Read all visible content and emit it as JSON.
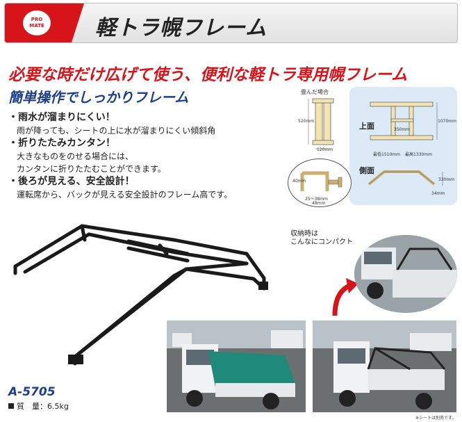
{
  "logo": {
    "line1": "PRO",
    "line2": "MATE"
  },
  "header": {
    "title": "軽トラ幌フレーム"
  },
  "headline": "必要な時だけ広げて使う、便利な軽トラ専用幌フレーム",
  "subheadline": "簡単操作でしっかりフレーム",
  "features": [
    {
      "title": "・雨水が溜まりにくい！",
      "desc": "雨が降っても、シートの上に水が溜まりにくい傾斜角"
    },
    {
      "title": "・折りたたみカンタン！",
      "desc": "大きなものをのせる場合には、",
      "desc2": "カンタンに折りたたむことができます。"
    },
    {
      "title": "・後ろが見える、安全設計！",
      "desc": "運転席から、バックが見える安全設計のフレーム高です。"
    }
  ],
  "diagram": {
    "folded_label": "畳んだ場合",
    "folded_height": "520mm",
    "folded_width": "120mm",
    "top_label": "上面",
    "top_inner": "350mm",
    "top_height": "1070mm",
    "top_width_min": "最低1510mm",
    "top_width_max": "最高1330mm",
    "side_label": "側面",
    "side_height": "330mm",
    "side_small": "34mm",
    "clamp_height": "40mm",
    "clamp_range": "25〜38mm",
    "clamp_width": "48mm"
  },
  "stored": {
    "line1": "収納時は",
    "line2": "こんなにコンパクト"
  },
  "product": {
    "model": "A-5705",
    "weight_label": "質　量：6.5kg"
  },
  "note": "※シートは別売です。"
}
